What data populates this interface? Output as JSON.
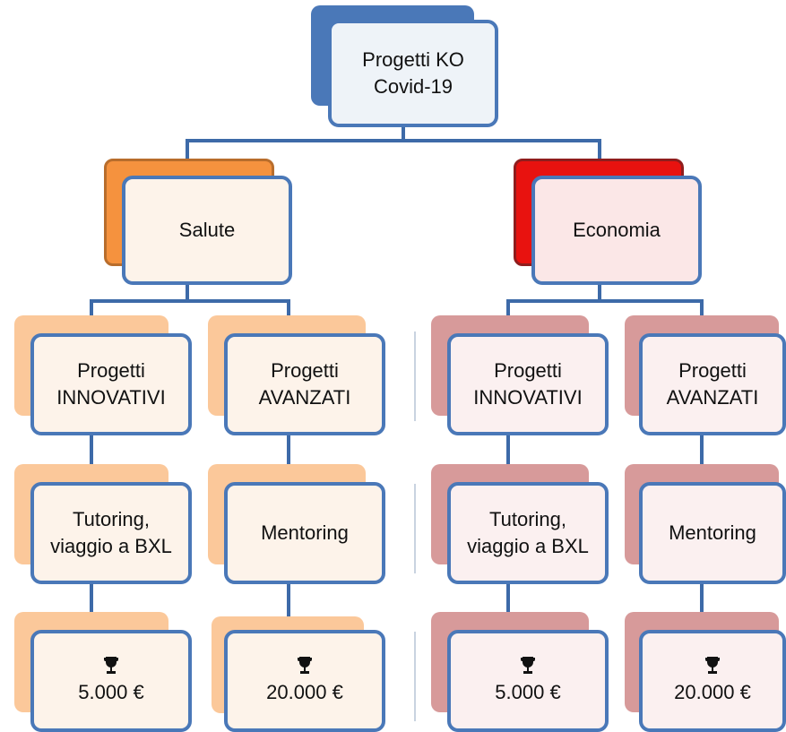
{
  "root": {
    "line1": "Progetti KO",
    "line2": "Covid-19"
  },
  "branches": [
    {
      "title": "Salute",
      "accent": "#f5923e",
      "columns": [
        {
          "type_line1": "Progetti",
          "type_line2": "INNOVATIVI",
          "service_line1": "Tutoring,",
          "service_line2": "viaggio a BXL",
          "prize": "5.000 €",
          "prize_icon": "trophy-icon"
        },
        {
          "type_line1": "Progetti",
          "type_line2": "AVANZATI",
          "service_line1": "Mentoring",
          "service_line2": "",
          "prize": "20.000 €",
          "prize_icon": "trophy-icon"
        }
      ]
    },
    {
      "title": "Economia",
      "accent": "#e8120f",
      "columns": [
        {
          "type_line1": "Progetti",
          "type_line2": "INNOVATIVI",
          "service_line1": "Tutoring,",
          "service_line2": "viaggio a BXL",
          "prize": "5.000 €",
          "prize_icon": "trophy-icon"
        },
        {
          "type_line1": "Progetti",
          "type_line2": "AVANZATI",
          "service_line1": "Mentoring",
          "service_line2": "",
          "prize": "20.000 €",
          "prize_icon": "trophy-icon"
        }
      ]
    }
  ],
  "colors": {
    "root_back": "#4a78b8",
    "root_front": "#eef3f8",
    "connector": "#3d6aa8",
    "box_border": "#4a78b8",
    "salute_child_back": "#fbc89a",
    "salute_child_front": "#fdf3ea",
    "economia_child_back": "#d79a9a",
    "economia_child_front": "#fbf0f0"
  }
}
